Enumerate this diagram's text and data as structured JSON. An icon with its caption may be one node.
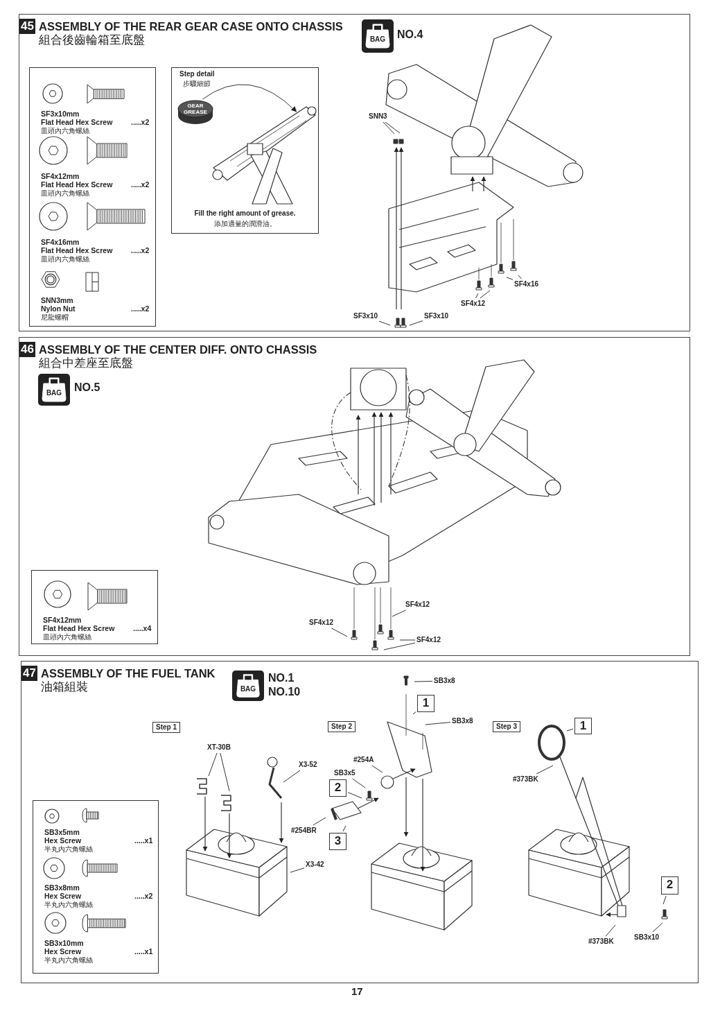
{
  "diagram": {
    "nodes": [
      {
        "text": [
          "45",
          "ASSEMBLY OF THE REAR GEAR CASE ONTO CHASSIS",
          "組合後齒輪箱至底盤"
        ]
      },
      {
        "text": [
          "BAG"
        ],
        "beside": [
          "NO.4"
        ],
        "in": 0
      },
      {
        "text": [
          "SF3x10mm",
          "Flat Head Hex Screw",
          ".....x2",
          "皿頭內六角螺絲",
          "SF4x12mm",
          "Flat Head Hex Screw",
          ".....x2",
          "皿頭內六角螺絲",
          "SF4x16mm",
          "Flat Head Hex Screw",
          ".....x2",
          "皿頭內六角螺絲",
          "SNN3mm",
          "Nylon Nut",
          ".....x2",
          "尼龍螺帽"
        ],
        "in": 0
      },
      {
        "text": [
          "Step detail",
          "步驟細節",
          "Fill the right amount of grease.",
          "添加適量的潤滑油。"
        ],
        "in": 0
      },
      {
        "text": [
          "GEAR GREASE"
        ],
        "in": 3
      },
      {
        "text": [],
        "shape": "picture",
        "in": 3
      },
      {
        "text": [
          "SNN3"
        ],
        "in": 0
      },
      {
        "text": [
          "SF4x16"
        ],
        "in": 0
      },
      {
        "text": [
          "SF4x12"
        ],
        "in": 0
      },
      {
        "text": [
          "SF3x10"
        ],
        "in": 0
      },
      {
        "text": [
          "SF3x10"
        ],
        "in": 0
      },
      {
        "text": [
          "46",
          "ASSEMBLY OF THE CENTER DIFF. ONTO CHASSIS",
          "組合中差座至底盤"
        ]
      },
      {
        "text": [
          "BAG"
        ],
        "beside": [
          "NO.5"
        ],
        "in": 11
      },
      {
        "text": [
          "SF4x12mm",
          "Flat Head Hex Screw",
          ".....x4",
          "皿頭內六角螺絲"
        ],
        "in": 11
      },
      {
        "text": [
          "SF4x12"
        ],
        "in": 11
      },
      {
        "text": [
          "SF4x12"
        ],
        "in": 11
      },
      {
        "text": [
          "SF4x12"
        ],
        "in": 11
      },
      {
        "text": [
          "47",
          "ASSEMBLY OF THE FUEL TANK",
          "油箱組裝"
        ]
      },
      {
        "text": [
          "BAG"
        ],
        "beside": [
          "NO.1",
          "NO.10"
        ],
        "in": 17
      },
      {
        "text": [
          "SB3x5mm",
          "Hex Screw",
          ".....x1",
          "半丸內六角螺絲",
          "SB3x8mm",
          "Hex Screw",
          ".....x2",
          "半丸內六角螺絲",
          "SB3x10mm",
          "Hex Screw",
          ".....x1",
          "半丸內六角螺絲"
        ],
        "in": 17
      },
      {
        "text": [
          "Step 1"
        ],
        "in": 17
      },
      {
        "text": [
          "Step 2"
        ],
        "in": 17
      },
      {
        "text": [
          "Step 3"
        ],
        "in": 17
      },
      {
        "text": [
          "XT-30B"
        ],
        "in": 17
      },
      {
        "text": [
          "X3-52"
        ],
        "in": 17
      },
      {
        "text": [
          "X3-42"
        ],
        "in": 17
      },
      {
        "text": [
          "2"
        ],
        "in": 17
      },
      {
        "text": [
          "3"
        ],
        "in": 17
      },
      {
        "text": [
          "SB3x5"
        ],
        "in": 17
      },
      {
        "text": [
          "#254BR"
        ],
        "in": 17
      },
      {
        "text": [
          "#254A"
        ],
        "in": 17
      },
      {
        "text": [
          "SB3x8"
        ],
        "in": 17
      },
      {
        "text": [
          "1"
        ],
        "in": 17
      },
      {
        "text": [
          "SB3x8"
        ],
        "in": 17
      },
      {
        "text": [
          "1"
        ],
        "in": 17
      },
      {
        "text": [
          "#373BK"
        ],
        "in": 17
      },
      {
        "text": [
          "#373BK"
        ],
        "in": 17
      },
      {
        "text": [
          "2"
        ],
        "in": 17
      },
      {
        "text": [
          "SB3x10"
        ],
        "in": 17
      }
    ],
    "edges": [
      {
        "from": 6,
        "to": null,
        "arrow": "none"
      },
      {
        "from": 6,
        "to": null,
        "arrow": "none"
      },
      {
        "from": 7,
        "to": null,
        "arrow": "none"
      },
      {
        "from": 7,
        "to": null,
        "arrow": "none"
      },
      {
        "from": 8,
        "to": null,
        "arrow": "none"
      },
      {
        "from": 8,
        "to": null,
        "arrow": "none"
      },
      {
        "from": 9,
        "to": null,
        "arrow": "none"
      },
      {
        "from": 10,
        "to": null,
        "arrow": "none"
      },
      {
        "from": 4,
        "to": 5,
        "arrow": "to"
      },
      {
        "from": 14,
        "to": null,
        "arrow": "none"
      },
      {
        "from": 15,
        "to": null,
        "arrow": "none"
      },
      {
        "from": 16,
        "to": null,
        "arrow": "none"
      },
      {
        "from": 16,
        "to": null,
        "arrow": "none"
      },
      {
        "from": 23,
        "to": null,
        "arrow": "none"
      },
      {
        "from": 23,
        "to": null,
        "arrow": "none"
      },
      {
        "from": 24,
        "to": null,
        "arrow": "none"
      },
      {
        "from": 25,
        "to": null,
        "arrow": "none"
      },
      {
        "from": 26,
        "to": null,
        "arrow": "none"
      },
      {
        "from": 27,
        "to": null,
        "arrow": "none"
      },
      {
        "from": 28,
        "to": null,
        "arrow": "none"
      },
      {
        "from": 29,
        "to": null,
        "arrow": "none"
      },
      {
        "from": 30,
        "to": null,
        "arrow": "none"
      },
      {
        "from": 31,
        "to": null,
        "arrow": "none"
      },
      {
        "from": 32,
        "to": null,
        "arrow": "none"
      },
      {
        "from": 33,
        "to": null,
        "arrow": "none"
      },
      {
        "from": 34,
        "to": null,
        "arrow": "none"
      },
      {
        "from": 35,
        "to": null,
        "arrow": "none"
      },
      {
        "from": 36,
        "to": null,
        "arrow": "none"
      },
      {
        "from": 37,
        "to": null,
        "arrow": "none"
      },
      {
        "from": 38,
        "to": null,
        "arrow": "none"
      }
    ],
    "labels": [
      "17"
    ]
  }
}
